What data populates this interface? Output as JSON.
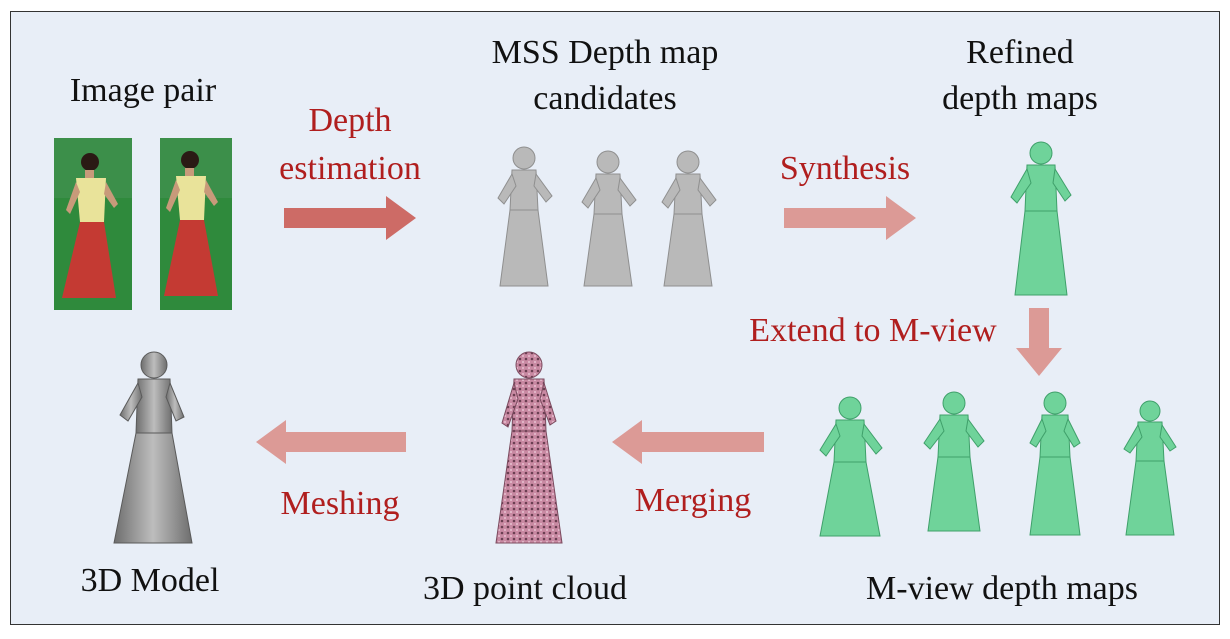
{
  "labels": {
    "image_pair": "Image pair",
    "mss_line1": "MSS Depth map",
    "mss_line2": "candidates",
    "refined_line1": "Refined",
    "refined_line2": "depth maps",
    "depth_est_line1": "Depth",
    "depth_est_line2": "estimation",
    "synthesis": "Synthesis",
    "extend": "Extend to M-view",
    "merging": "Merging",
    "meshing": "Meshing",
    "model_3d": "3D Model",
    "point_cloud": "3D point cloud",
    "mview": "M-view depth maps"
  },
  "colors": {
    "background": "#e8eef7",
    "label_text": "#111111",
    "step_text": "#b01e1e",
    "arrow_dark": "#cd6b66",
    "arrow_light": "#dc9a96",
    "depth_gray": "#b9b9b9",
    "depth_green": "#6fd39a",
    "model_gray": "#8a8a8a",
    "cloud_pink": "#b8748e",
    "photo_green": "#2f8a3c"
  }
}
